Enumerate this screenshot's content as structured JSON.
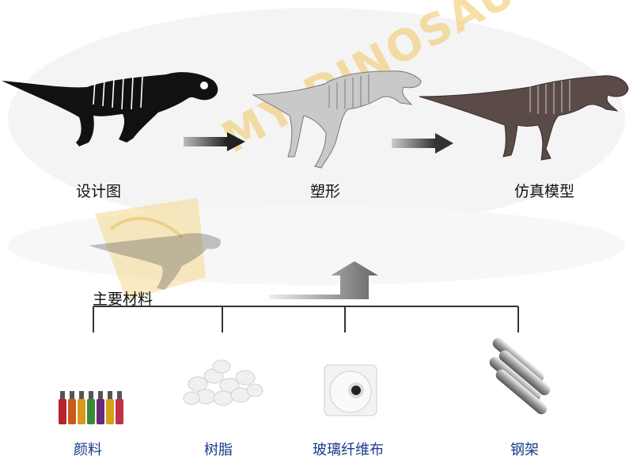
{
  "stages": [
    {
      "label": "设计图",
      "icon": "design-drawing-skeleton"
    },
    {
      "label": "塑形",
      "icon": "white-sculpt-skeleton"
    },
    {
      "label": "仿真模型",
      "icon": "finished-model-skeleton"
    }
  ],
  "watermark": {
    "text": "MY DINOSAURS",
    "color": "#f2c862"
  },
  "materials_title": "主要材料",
  "materials": [
    {
      "label": "颜料",
      "icon": "paint-bottles-icon"
    },
    {
      "label": "树脂",
      "icon": "resin-pellets-icon"
    },
    {
      "label": "玻璃纤维布",
      "icon": "fiberglass-roll-icon"
    },
    {
      "label": "钢架",
      "icon": "steel-bars-icon"
    }
  ],
  "colors": {
    "line": "#333333",
    "text": "#111111",
    "material_text": "#1a3a8a",
    "arrow": "#2a2a2a"
  }
}
